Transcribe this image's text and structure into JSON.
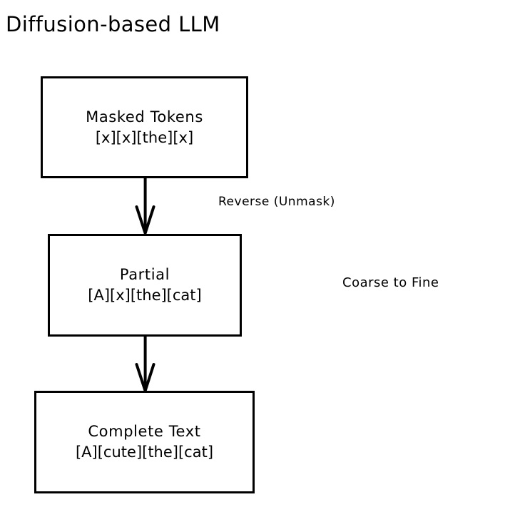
{
  "diagram": {
    "title": "Diffusion-based LLM",
    "background_color": "#ffffff",
    "stroke_color": "#000000",
    "style": "hand-drawn-flowchart",
    "orientation": "top-to-bottom",
    "nodes": [
      {
        "id": "masked",
        "heading": "Masked Tokens",
        "tokens": "[x][x][the][x]",
        "shape": "rectangle"
      },
      {
        "id": "partial",
        "heading": "Partial",
        "tokens": "[A][x][the][cat]",
        "shape": "rectangle"
      },
      {
        "id": "complete",
        "heading": "Complete Text",
        "tokens": "[A][cute][the][cat]",
        "shape": "rectangle"
      }
    ],
    "edges": [
      {
        "id": "edge-1",
        "from": "masked",
        "to": "partial",
        "label": "Reverse (Unmask)",
        "arrowhead": "open-v"
      },
      {
        "id": "edge-2",
        "from": "partial",
        "to": "complete",
        "label": "",
        "arrowhead": "open-v"
      }
    ],
    "annotations": [
      {
        "id": "coarse-to-fine",
        "text": "Coarse to Fine"
      }
    ]
  }
}
